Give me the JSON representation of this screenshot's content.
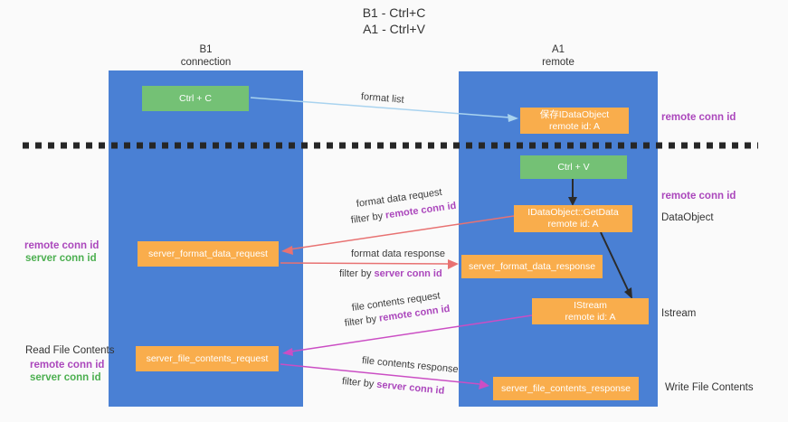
{
  "title": {
    "line1": "B1 - Ctrl+C",
    "line2": "A1 - Ctrl+V"
  },
  "lanes": {
    "b1": {
      "name": "B1",
      "subtitle": "connection"
    },
    "a1": {
      "name": "A1",
      "subtitle": "remote"
    }
  },
  "nodes": {
    "ctrl_c": {
      "label": "Ctrl + C"
    },
    "save_idataobject": {
      "line1": "保存IDataObject",
      "line2": "remote id: A"
    },
    "ctrl_v": {
      "label": "Ctrl + V"
    },
    "getdata": {
      "line1": "IDataObject::GetData",
      "line2": "remote id: A"
    },
    "server_format_data_request": {
      "label": "server_format_data_request"
    },
    "server_format_data_response": {
      "label": "server_format_data_response"
    },
    "istream": {
      "line1": "IStream",
      "line2": "remote id: A"
    },
    "server_file_contents_request": {
      "label": "server_file_contents_request"
    },
    "server_file_contents_response": {
      "label": "server_file_contents_response"
    }
  },
  "edges": {
    "format_list": "format list",
    "format_data_request": "format data request",
    "format_data_response": "format data response",
    "file_contents_request": "file contents request",
    "file_contents_response": "file contents response",
    "filter_by": "filter by ",
    "remote_conn_id": "remote conn id",
    "server_conn_id": "server conn id"
  },
  "side_labels": {
    "remote_conn_id": "remote conn id",
    "server_conn_id": "server conn id",
    "dataobject": "DataObject",
    "istream": "Istream",
    "read_file_contents": "Read File Contents",
    "write_file_contents": "Write File Contents"
  },
  "colors": {
    "lane_blue": "#4a80d4",
    "node_orange": "#f9ad4c",
    "node_green": "#74c175",
    "arrow_light_blue": "#a9d3ef",
    "arrow_red": "#e87272",
    "arrow_magenta": "#cb4ec4",
    "arrow_black": "#2b2b2b",
    "dashed_black": "#262626",
    "purple_text": "#ab47bc",
    "green_text": "#4caf50"
  }
}
